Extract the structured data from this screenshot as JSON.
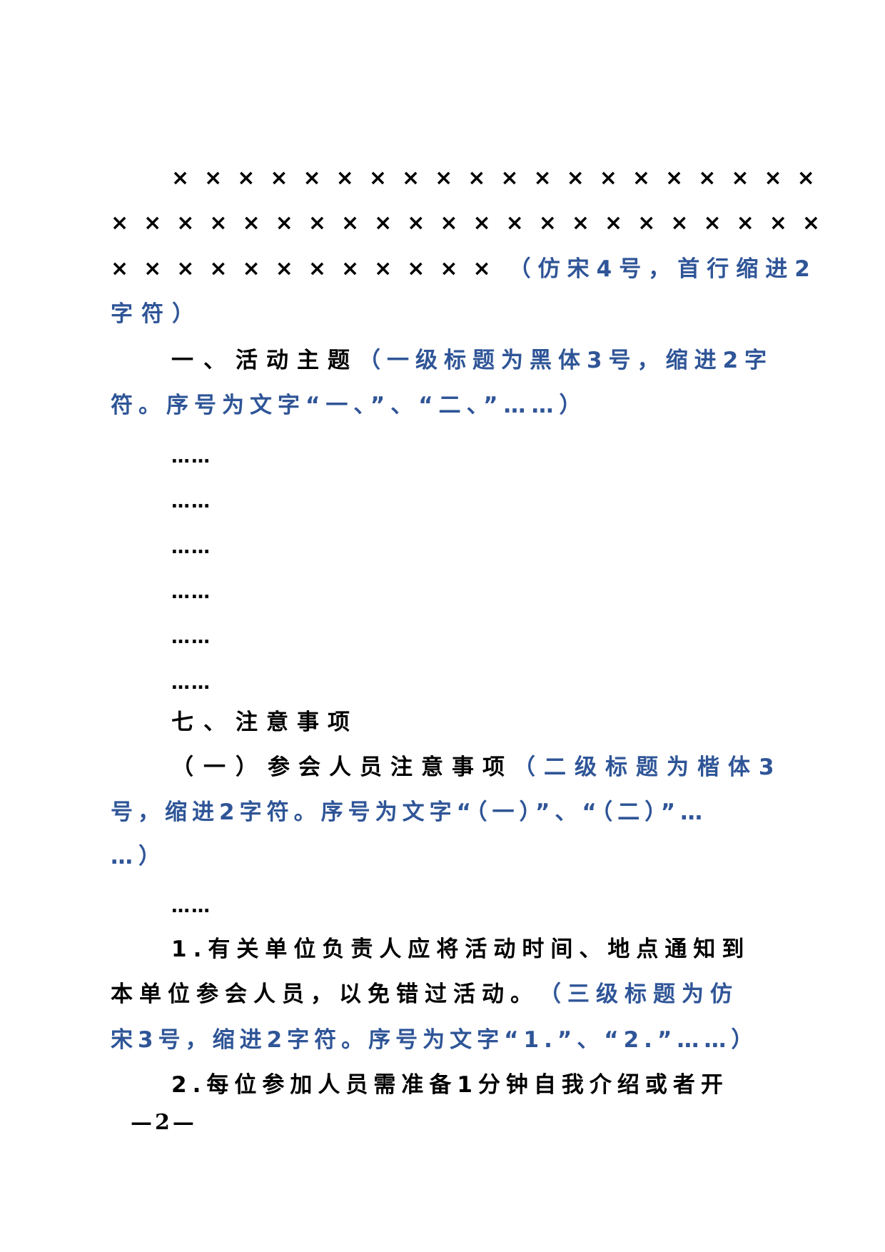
{
  "document": {
    "body_paragraph": {
      "lines": [
        {
          "text": "××××××××××××××××××××",
          "note": ""
        },
        {
          "text": "××××××××××××××××××××××",
          "note": ""
        },
        {
          "text": "××××××××××××",
          "note": "（仿宋4号，首行缩进2"
        },
        {
          "text": "",
          "note": "字符）"
        }
      ],
      "x_count_per_line": [
        20,
        22,
        12
      ]
    },
    "heading_level1": {
      "number": "一、",
      "title": "活动主题",
      "note_line1": "（一级标题为黑体3号，缩进2字",
      "note_line2": "符。序号为文字“一、”、“二、”……）"
    },
    "ellipsis_lines": [
      "……",
      "……",
      "……",
      "……",
      "……",
      "……"
    ],
    "heading_level1_b": {
      "number": "七、",
      "title": "注意事项"
    },
    "heading_level2": {
      "number": "（一）",
      "title": "参会人员注意事项",
      "note_line1": "（二级标题为楷体3",
      "note_line2": "号，缩进2字符。序号为文字“（一）”、“（二）”…",
      "note_line3": "…）"
    },
    "ellipsis_after_level2": "……",
    "item1": {
      "line1": "1.有关单位负责人应将活动时间、地点通知到",
      "line2_text": "本单位参会人员，以免错过活动。",
      "line2_note": "（三级标题为仿",
      "line3_note": "宋3号，缩进2字符。序号为文字“1.”、“2.”……）"
    },
    "item2": {
      "line1": "2.每位参加人员需准备1分钟自我介绍或者开"
    },
    "page_number": "—2—",
    "colors": {
      "body_text": "#000000",
      "annotation_blue": "#2f5597",
      "background": "#ffffff"
    }
  }
}
